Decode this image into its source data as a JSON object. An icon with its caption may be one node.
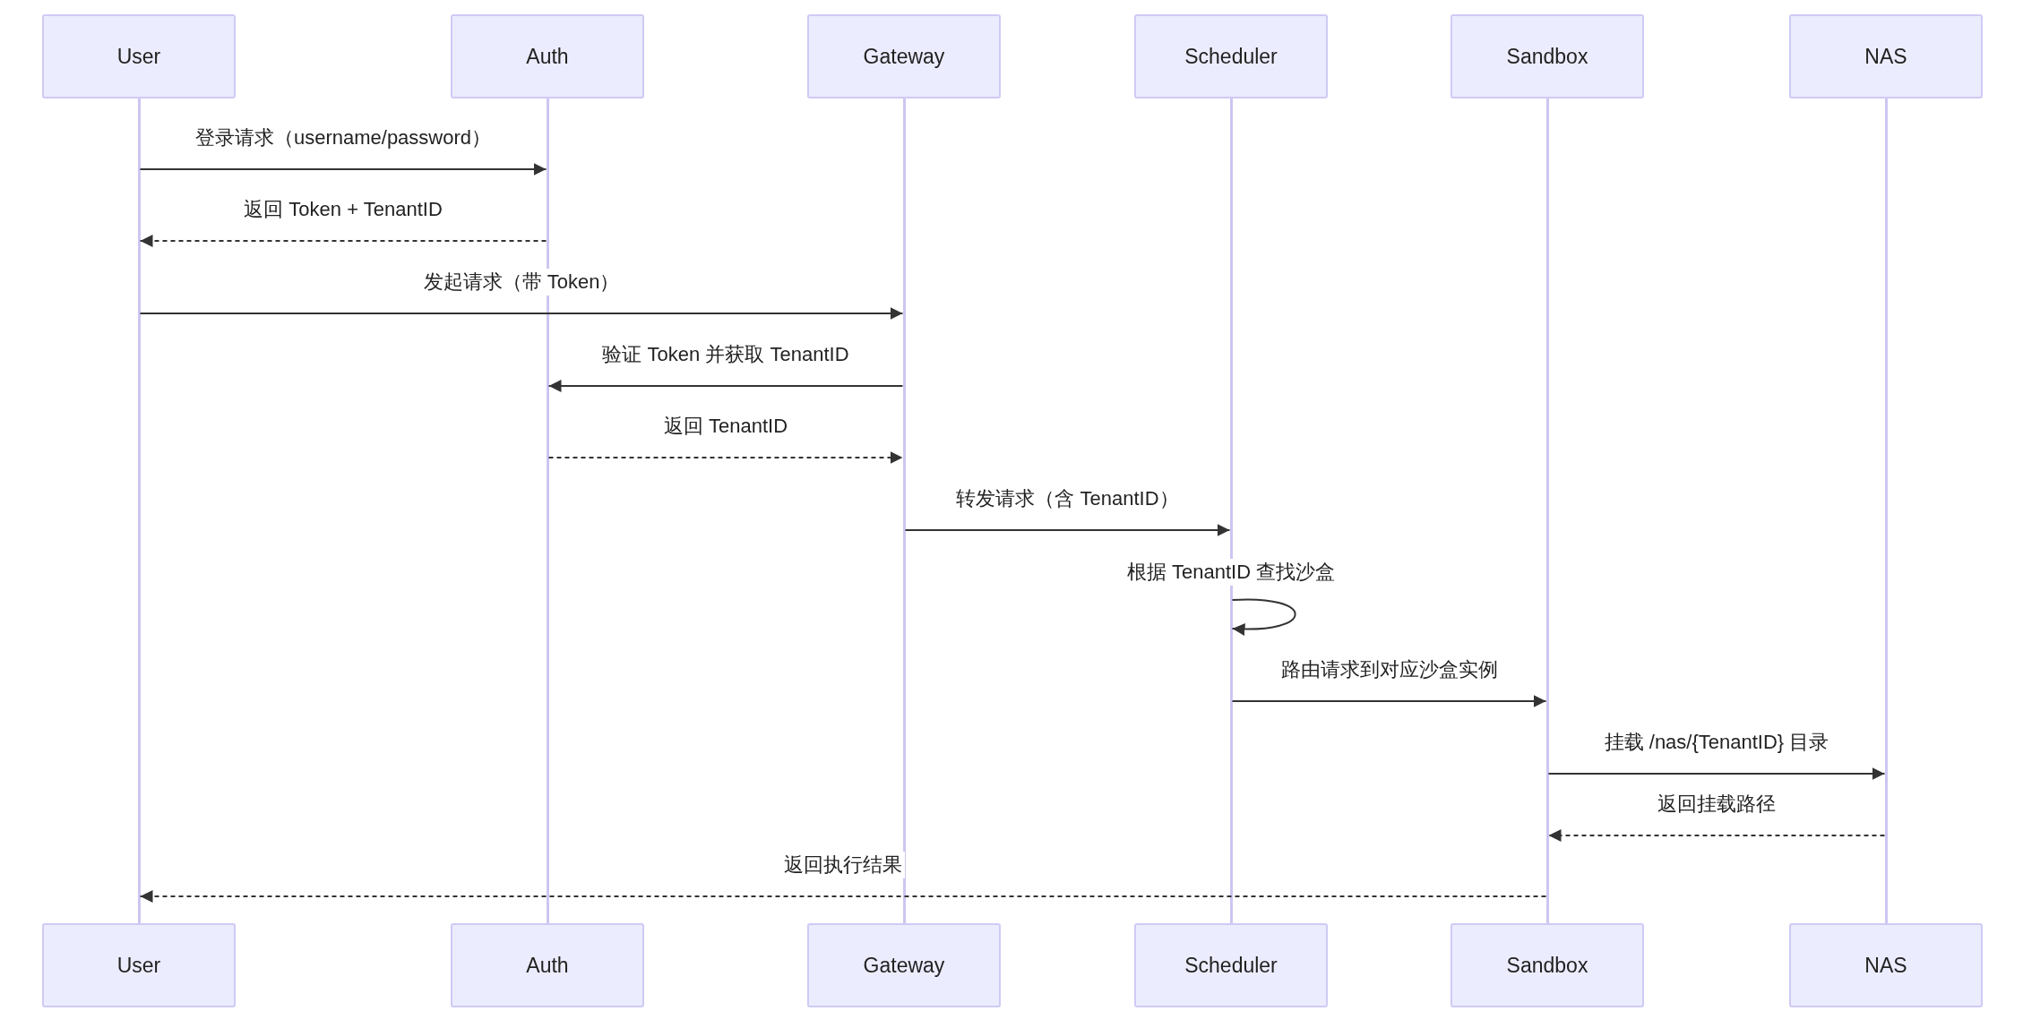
{
  "diagram": {
    "nodes": [
      {
        "text": [
          "User"
        ]
      },
      {
        "text": [
          "Auth"
        ]
      },
      {
        "text": [
          "Gateway"
        ]
      },
      {
        "text": [
          "Scheduler"
        ]
      },
      {
        "text": [
          "Sandbox"
        ]
      },
      {
        "text": [
          "NAS"
        ]
      },
      {
        "text": [
          "User"
        ]
      },
      {
        "text": [
          "Auth"
        ]
      },
      {
        "text": [
          "Gateway"
        ]
      },
      {
        "text": [
          "Scheduler"
        ]
      },
      {
        "text": [
          "Sandbox"
        ]
      },
      {
        "text": [
          "NAS"
        ]
      },
      {
        "text": [],
        "shape": "bar"
      },
      {
        "text": [],
        "shape": "bar"
      },
      {
        "text": [],
        "shape": "bar"
      },
      {
        "text": [],
        "shape": "bar"
      },
      {
        "text": [],
        "shape": "bar"
      },
      {
        "text": [],
        "shape": "bar"
      }
    ],
    "edges": [
      {
        "from": 12,
        "to": 13,
        "arrow": "to",
        "label": "登录请求（username/password）"
      },
      {
        "from": 13,
        "to": 12,
        "arrow": "to",
        "label": "返回 Token + TenantID",
        "style": "dashed"
      },
      {
        "from": 12,
        "to": 14,
        "arrow": "to",
        "label": "发起请求（带 Token）"
      },
      {
        "from": 14,
        "to": 13,
        "arrow": "to",
        "label": "验证 Token 并获取 TenantID"
      },
      {
        "from": 13,
        "to": 14,
        "arrow": "to",
        "label": "返回 TenantID",
        "style": "dashed"
      },
      {
        "from": 14,
        "to": 15,
        "arrow": "to",
        "label": "转发请求（含 TenantID）"
      },
      {
        "from": 15,
        "to": 15,
        "arrow": "to",
        "label": "根据 TenantID 查找沙盒"
      },
      {
        "from": 15,
        "to": 16,
        "arrow": "to",
        "label": "路由请求到对应沙盒实例"
      },
      {
        "from": 16,
        "to": 17,
        "arrow": "to",
        "label": "挂载 /nas/{TenantID} 目录"
      },
      {
        "from": 17,
        "to": 16,
        "arrow": "to",
        "label": "返回挂载路径",
        "style": "dashed"
      },
      {
        "from": 16,
        "to": 12,
        "arrow": "to",
        "label": "返回执行结果",
        "style": "dashed"
      }
    ]
  }
}
